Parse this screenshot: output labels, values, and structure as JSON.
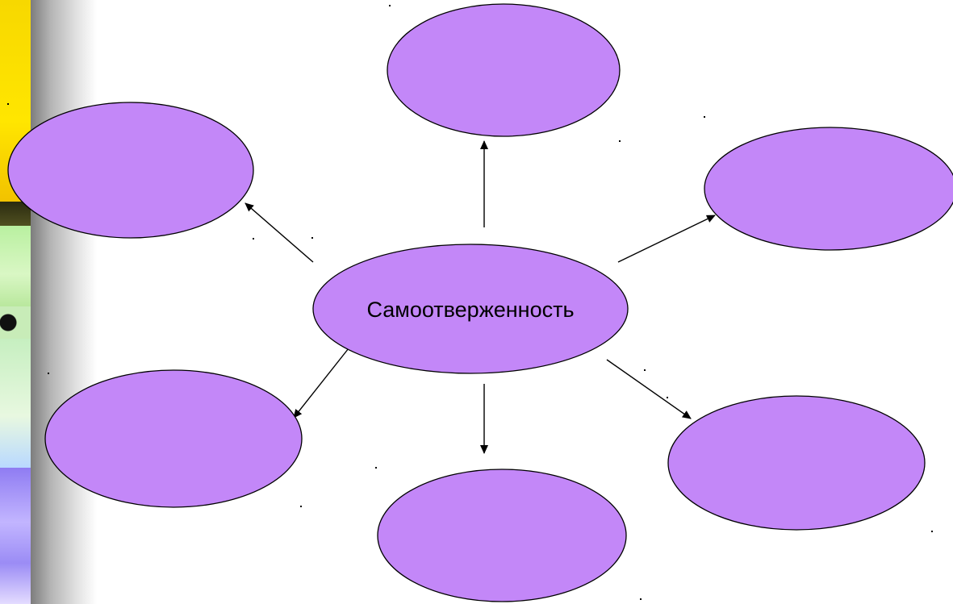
{
  "diagram": {
    "center_label": "Самоотверженность",
    "node_fill": "#c387f8",
    "outer_nodes": [
      "top",
      "top-left",
      "top-right",
      "bottom-left",
      "bottom",
      "bottom-right"
    ]
  }
}
